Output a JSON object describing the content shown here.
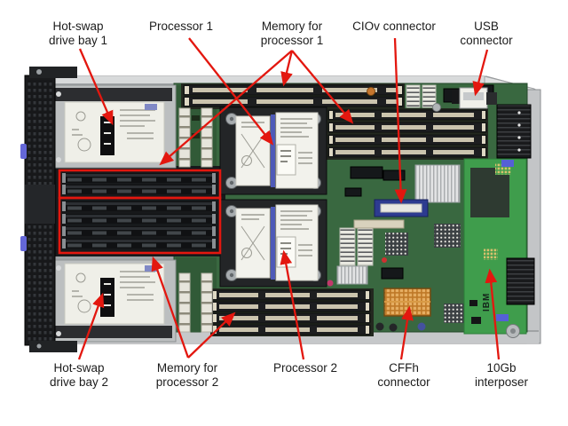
{
  "figure": {
    "type": "hardware-callout-diagram",
    "subject": "Blade server internals, top view",
    "background_color": "#ffffff"
  },
  "annotation": {
    "color": "#e3170f",
    "highlight_box_count": 2
  },
  "board": {
    "brand_text": "IBM"
  },
  "callouts": {
    "top": [
      {
        "id": "hot-swap-drive-bay-1",
        "label": "Hot-swap\ndrive bay 1"
      },
      {
        "id": "processor-1",
        "label": "Processor 1"
      },
      {
        "id": "memory-for-processor-1",
        "label": "Memory for\nprocessor 1"
      },
      {
        "id": "ciov-connector",
        "label": "CIOv connector"
      },
      {
        "id": "usb-connector",
        "label": "USB\nconnector"
      }
    ],
    "bottom": [
      {
        "id": "hot-swap-drive-bay-2",
        "label": "Hot-swap\ndrive bay 2"
      },
      {
        "id": "memory-for-processor-2",
        "label": "Memory for\nprocessor 2"
      },
      {
        "id": "processor-2",
        "label": "Processor 2"
      },
      {
        "id": "cffh-connector",
        "label": "CFFh\nconnector"
      },
      {
        "id": "10gb-interposer",
        "label": "10Gb\ninterposer"
      }
    ]
  }
}
